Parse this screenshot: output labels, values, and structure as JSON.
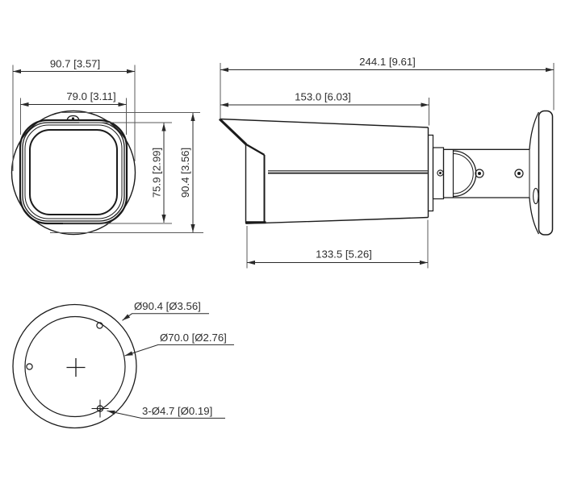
{
  "drawing": {
    "front_view": {
      "outer_width": "90.7 [3.57]",
      "inner_width": "79.0 [3.11]",
      "inner_height": "75.9 [2.99]",
      "outer_height": "90.4 [3.56]"
    },
    "side_view": {
      "total_length": "244.1 [9.61]",
      "front_to_bracket": "153.0 [6.03]",
      "body_length": "133.5 [5.26]"
    },
    "base_view": {
      "outer_diameter": "Ø90.4 [Ø3.56]",
      "bolt_circle": "Ø70.0 [Ø2.76]",
      "mount_holes": "3-Ø4.7 [Ø0.19]"
    },
    "colors": {
      "line": "#1b1b1b",
      "text": "#2e2e2e",
      "background": "#ffffff"
    }
  }
}
